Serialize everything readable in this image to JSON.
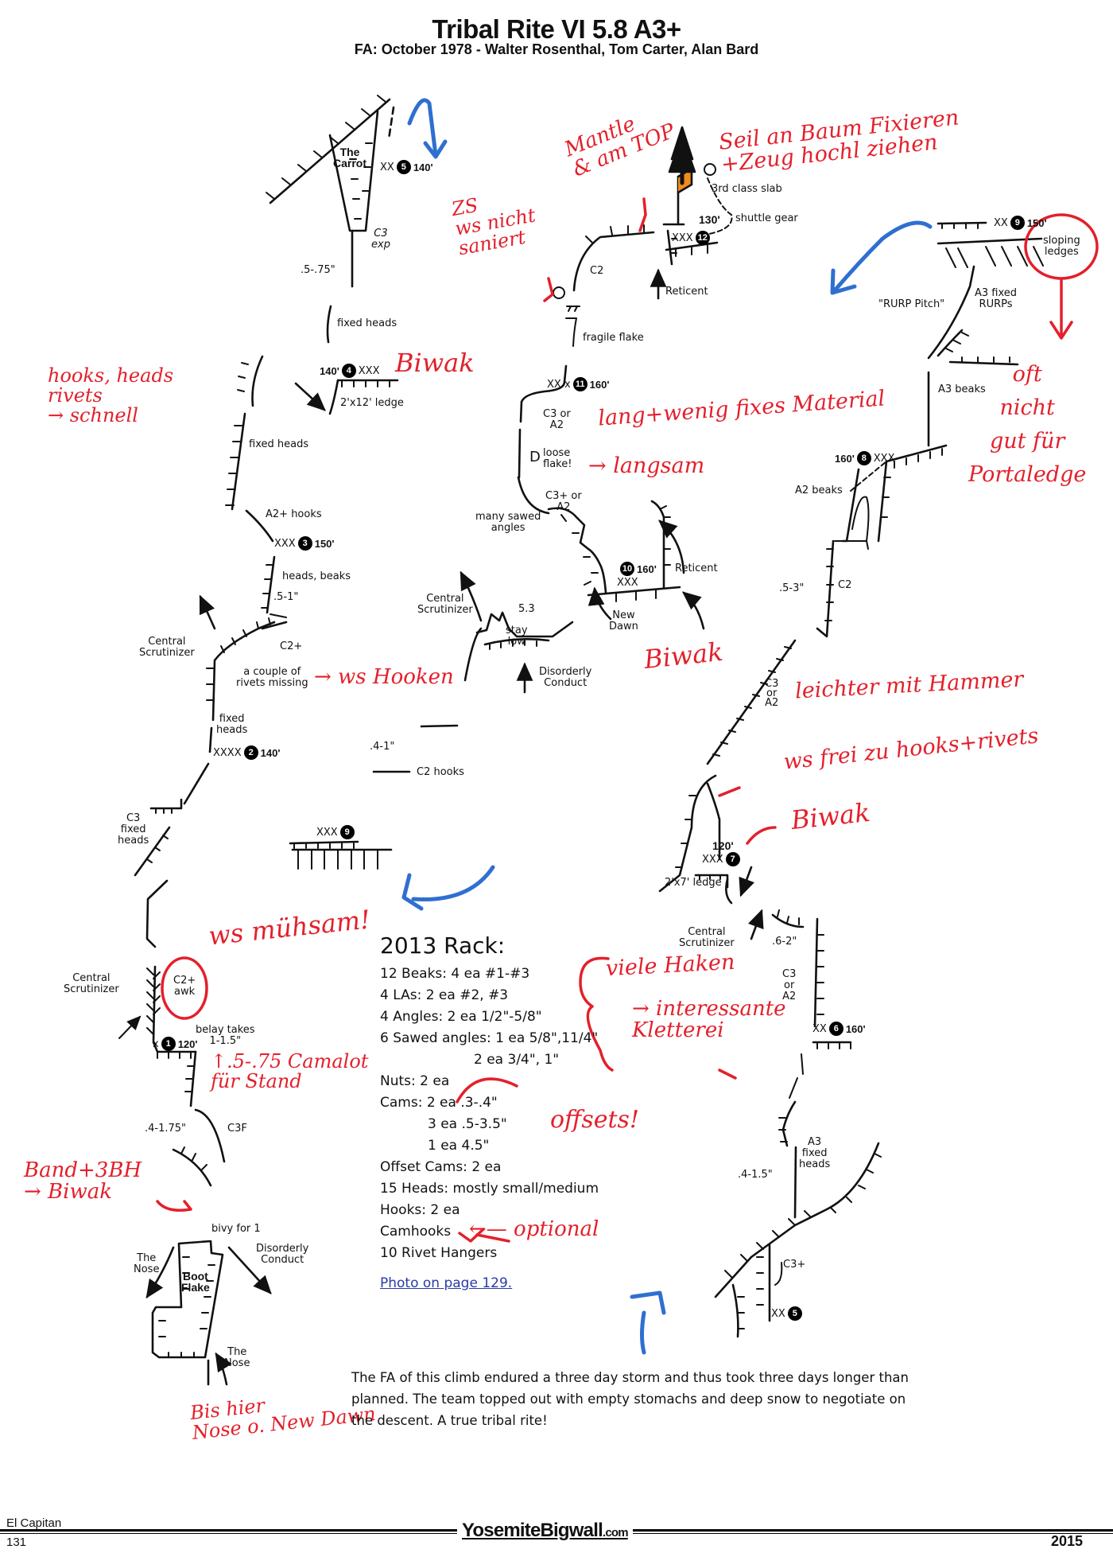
{
  "header": {
    "title": "Tribal Rite VI 5.8 A3+",
    "subtitle": "FA: October 1978 - Walter Rosenthal, Tom Carter, Alan Bard"
  },
  "topo": {
    "belays": [
      {
        "num": "1",
        "gear": "x",
        "length": "120'"
      },
      {
        "num": "2",
        "gear": "XXXX",
        "length": "140'"
      },
      {
        "num": "3",
        "gear": "XXX",
        "length": "150'"
      },
      {
        "num": "4",
        "gear": "XXX",
        "length": "140'"
      },
      {
        "num": "5",
        "gear": "XX",
        "length": "140'"
      },
      {
        "num": "6",
        "gear": "XX",
        "length": "160'"
      },
      {
        "num": "7",
        "gear": "XXX",
        "length": "120'"
      },
      {
        "num": "8",
        "gear": "XXX",
        "length": "160'"
      },
      {
        "num": "9",
        "gear": "XX",
        "length": "150'"
      },
      {
        "num": "10",
        "gear": "XXX",
        "length": "160'"
      },
      {
        "num": "11",
        "gear": "XX x",
        "length": "160'"
      },
      {
        "num": "12",
        "gear": "XXX",
        "length": "130'"
      },
      {
        "num": "9",
        "gear": "XXX",
        "length": ""
      },
      {
        "num": "5",
        "gear": "XX",
        "length": ""
      }
    ],
    "labels": {
      "the_carrot": "The\nCarrot",
      "c3_exp": "C3\nexp",
      "size_5_75": ".5-.75\"",
      "fixed_heads_1": "fixed heads",
      "ledge_2x12": "2'x12' ledge",
      "fixed_heads_2": "fixed heads",
      "a2_hooks": "A2+ hooks",
      "heads_beaks": "heads, beaks",
      "size_5_1": ".5-1\"",
      "central_scrutinizer_1": "Central\nScrutinizer",
      "c2_plus": "C2+",
      "couple_rivets": "a couple of\nrivets missing",
      "fixed_heads_3": "fixed\nheads",
      "c3_fixed_heads": "C3\nfixed\nheads",
      "central_scrutinizer_2": "Central\nScrutinizer",
      "c2_awk": "C2+\nawk",
      "belay_takes": "belay takes\n1-1.5\"",
      "size_4_175": ".4-1.75\"",
      "c3f": "C3F",
      "bivy_for_1": "bivy for 1",
      "the_nose_1": "The\nNose",
      "boot_flake": "Boot\nFlake",
      "disorderly_conduct_1": "Disorderly\nConduct",
      "the_nose_2": "The\nNose",
      "third_class_slab": "3rd class slab",
      "shuttle_gear": "shuttle gear",
      "c2": "C2",
      "reticent_1": "Reticent",
      "fragile_flake": "fragile flake",
      "c3_or_a2_1": "C3 or\nA2",
      "loose_flake": "loose\nflake!",
      "c3plus_or_a2": "C3+ or\nA2",
      "many_sawed_angles": "many sawed\nangles",
      "reticent_2": "Reticent",
      "central_scrutinizer_3": "Central\nScrutinizer",
      "five_three": "5.3",
      "stay_low": "stay\nlow",
      "new_dawn": "New\nDawn",
      "disorderly_conduct_2": "Disorderly\nConduct",
      "size_4_1": ".4-1\"",
      "c2_hooks": "C2 hooks",
      "sloping_ledges": "sloping\nledges",
      "rurp_pitch": "\"RURP Pitch\"",
      "a3_fixed_rurps": "A3 fixed\nRURPs",
      "a3_beaks": "A3 beaks",
      "a2_beaks": "A2 beaks",
      "size_5_3": ".5-3\"",
      "c2_right": "C2",
      "c3_or_a2_2": "C3\nor\nA2",
      "ledge_2x7": "2'x7' ledge",
      "central_scrutinizer_4": "Central\nScrutinizer",
      "size_6_2": ".6-2\"",
      "c3_or_a2_3": "C3\nor\nA2",
      "a3_fixed_heads": "A3\nfixed\nheads",
      "size_4_15": ".4-1.5\"",
      "c3_plus": "C3+"
    }
  },
  "handwritten_notes": {
    "color_red": "#e3202b",
    "color_blue": "#2f6fd0",
    "mantle": "Mantle\n& am TOP",
    "seil": "Seil an Baum Fixieren\n+Zeug hochl ziehen",
    "zs": "ZS\nws nicht\nsaniert",
    "biwak_1": "Biwak",
    "hooks_heads": "hooks, heads\nrivets\n→ schnell",
    "lang": "lang+wenig fixes Material",
    "langsam": "→ langsam",
    "oft_nicht": "oft\nnicht\ngut für\nPortaledge",
    "ws_hooken": "→ ws Hooken",
    "biwak_2": "Biwak",
    "leichter": "leichter mit Hammer",
    "ws_frei": "ws frei zu hooks+rivets",
    "biwak_3": "Biwak",
    "ws_muehsam": "ws mühsam!",
    "viele_haken": "viele Haken",
    "interessante": "→ interessante\nKletterei",
    "camalot": "↑.5-.75 Camalot\nfür Stand",
    "offsets": "offsets!",
    "optional": "←— optional",
    "band_3bh": "Band+3BH\n→ Biwak",
    "bis_hier": "Bis hier\nNose o. New Dawn"
  },
  "rack": {
    "title": "2013 Rack:",
    "items": [
      "12 Beaks: 4 ea #1-#3",
      "4 LAs: 2 ea #2, #3",
      "4 Angles: 2 ea 1/2\"-5/8\"",
      "6 Sawed angles: 1 ea 5/8\",11/4\"",
      "2 ea 3/4\", 1\"",
      "Nuts: 2 ea",
      "Cams: 2 ea .3-.4\"",
      "3 ea .5-3.5\"",
      "1 ea 4.5\"",
      "Offset Cams: 2 ea",
      "15 Heads: mostly small/medium",
      "Hooks: 2 ea",
      "Camhooks",
      "10 Rivet Hangers"
    ],
    "photo_link": "Photo on page 129."
  },
  "story": "The FA of this climb endured a three day storm and thus took three days longer than planned. The team topped out with empty stomachs and deep snow to negotiate on the descent. A true tribal rite!",
  "footer": {
    "section": "El Capitan",
    "page": "131",
    "brand": "YosemiteBigwall",
    "brand_tld": ".com",
    "year": "2015"
  }
}
